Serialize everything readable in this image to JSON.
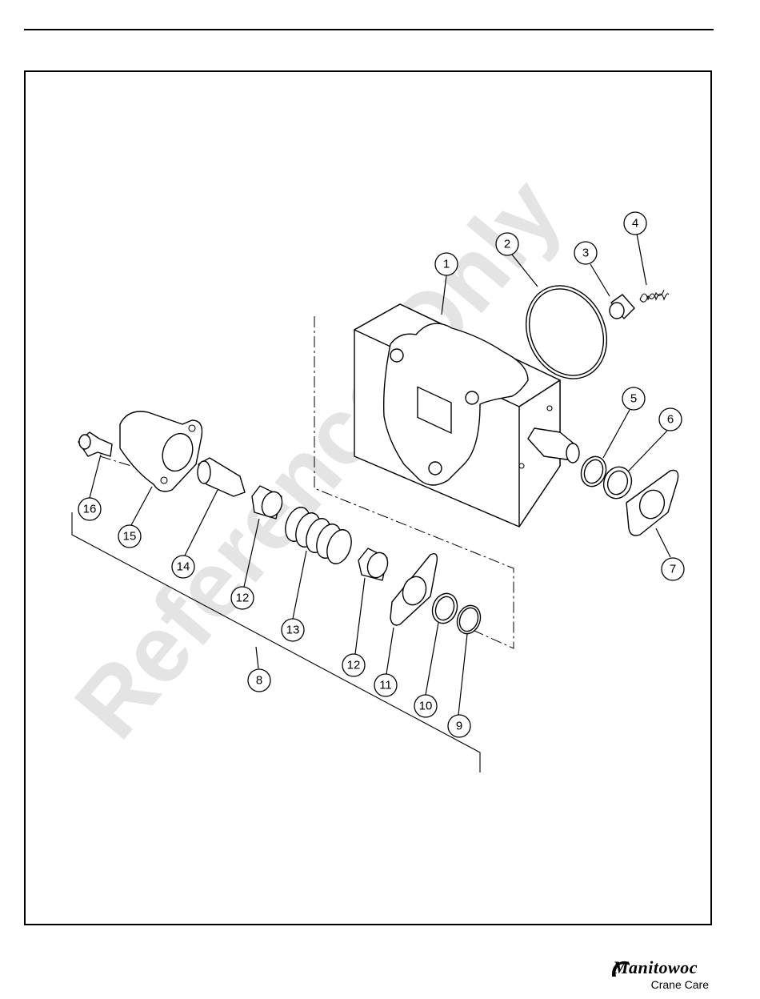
{
  "watermark": "Reference Only",
  "logo": {
    "brand": "Manitowoc",
    "sub": "Crane Care"
  },
  "callouts": [
    "1",
    "2",
    "3",
    "4",
    "5",
    "6",
    "7",
    "8",
    "9",
    "10",
    "11",
    "12",
    "12",
    "13",
    "14",
    "15",
    "16"
  ]
}
